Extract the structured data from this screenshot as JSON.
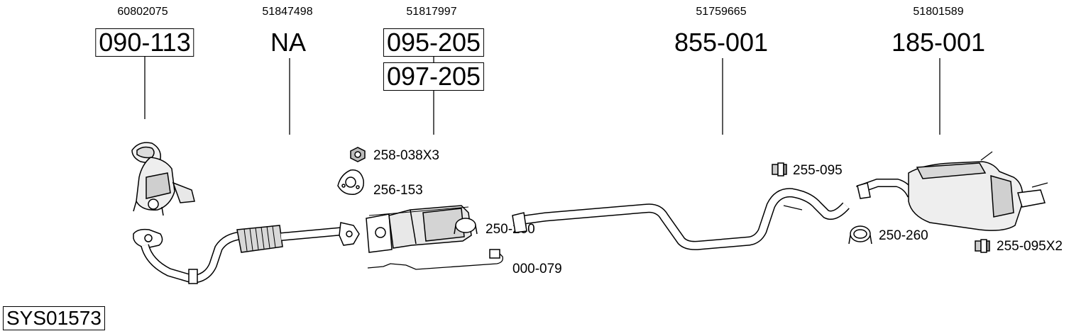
{
  "system_code": "SYS01573",
  "parts": [
    {
      "oe_number": "60802075",
      "part_numbers": [
        "090-113"
      ],
      "boxed": true
    },
    {
      "oe_number": "51847498",
      "part_numbers": [
        "NA"
      ],
      "boxed": false
    },
    {
      "oe_number": "51817997",
      "part_numbers": [
        "095-205",
        "097-205"
      ],
      "boxed": true
    },
    {
      "oe_number": "51759665",
      "part_numbers": [
        "855-001"
      ],
      "boxed": false
    },
    {
      "oe_number": "51801589",
      "part_numbers": [
        "185-001"
      ],
      "boxed": false
    }
  ],
  "accessories": [
    {
      "code": "258-038X3",
      "icon": "nut-icon"
    },
    {
      "code": "256-153",
      "icon": "gasket-icon"
    },
    {
      "code": "250-260",
      "icon": "clamp-icon"
    },
    {
      "code": "000-079",
      "icon": "sensor-icon"
    },
    {
      "code": "255-095",
      "icon": "rubber-mount-icon"
    },
    {
      "code": "250-260",
      "icon": "clamp-icon"
    },
    {
      "code": "255-095X2",
      "icon": "rubber-mount-icon"
    }
  ]
}
